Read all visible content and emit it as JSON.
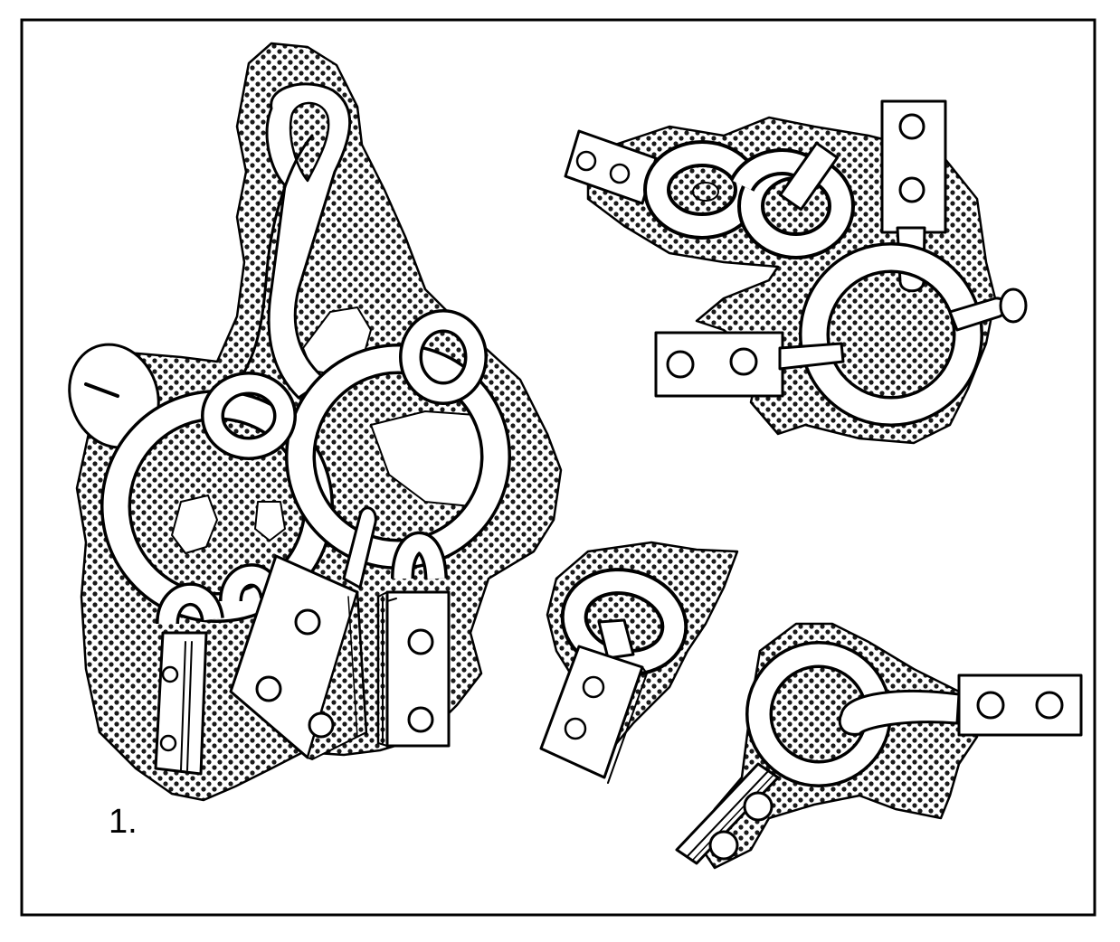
{
  "figure": {
    "label": "1."
  },
  "colors": {
    "ink": "#000000",
    "paper": "#ffffff",
    "stipple": "#1a1a1a"
  },
  "items": [
    "artifact-group-large",
    "artifact-two-rings-strap",
    "artifact-small-ring-strap",
    "artifact-ring-strap-key"
  ]
}
